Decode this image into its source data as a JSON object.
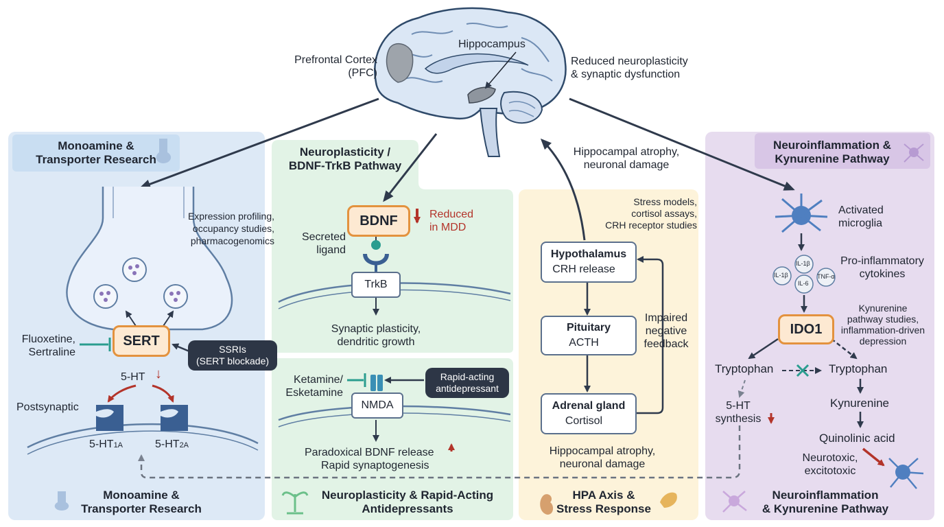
{
  "brain": {
    "pfc_label": "Prefrontal Cortex\n(PFC)",
    "hippocampus_label": "Hippocampus",
    "outcome": "Reduced neuroplasticity\n& synaptic dysfunction",
    "feedback_label": "Hippocampal atrophy,\nneuronal damage"
  },
  "monoamine": {
    "title": "Monoamine &\nTransporter Research",
    "research_note": "Expression profiling,\noccupancy studies,\npharmacogenomics",
    "sert": "SERT",
    "drugs": "Fluoxetine,\nSertraline",
    "ssri_label": "SSRIs\n(SERT blockade)",
    "serotonin": "5-HT",
    "postsynaptic": "Postsynaptic",
    "receptor_1a": "5-HT",
    "receptor_1a_sub": "1A",
    "receptor_2a": "5-HT",
    "receptor_2a_sub": "2A",
    "footer": "Monoamine &\nTransporter Research"
  },
  "neuroplasticity": {
    "title": "Neuroplasticity /\nBDNF-TrkB Pathway",
    "bdnf": "BDNF",
    "reduced": "Reduced\nin MDD",
    "ligand": "Secreted\nligand",
    "trkb": "TrkB",
    "outcome": "Synaptic plasticity,\ndendritic growth",
    "ketamine": "Ketamine/\nEsketamine",
    "nmda": "NMDA",
    "rapid_label": "Rapid-acting\nantidepressant",
    "ket_outcome_1": "Paradoxical BDNF release",
    "ket_outcome_2": "Rapid synaptogenesis",
    "footer": "Neuroplasticity & Rapid-Acting\nAntidepressants"
  },
  "hpa": {
    "research_note": "Stress models,\ncortisol assays,\nCRH receptor studies",
    "hypothalamus": "Hypothalamus",
    "crh": "CRH release",
    "pituitary": "Pituitary",
    "acth": "ACTH",
    "adrenal": "Adrenal gland",
    "cortisol": "Cortisol",
    "feedback": "Impaired\nnegative\nfeedback",
    "outcome": "Hippocampal atrophy,\nneuronal damage",
    "footer": "HPA Axis &\nStress Response"
  },
  "inflammation": {
    "title": "Neuroinflammation &\nKynurenine Pathway",
    "microglia": "Activated\nmicroglia",
    "cytokines": "Pro-inflammatory\ncytokines",
    "cyt_1": "IL-1β",
    "cyt_2": "IL-1β",
    "cyt_3": "IL-6",
    "cyt_4": "TNF-α",
    "ido1": "IDO1",
    "research_note": "Kynurenine\npathway studies,\ninflammation-driven\ndepression",
    "tryptophan_left": "Tryptophan",
    "tryptophan_right": "Tryptophan",
    "ht_synthesis": "5-HT\nsynthesis",
    "kynurenine": "Kynurenine",
    "quinolinic": "Quinolinic acid",
    "neurotoxic": "Neurotoxic,\nexcitotoxic",
    "footer": "Neuroinflammation\n& Kynurenine Pathway"
  },
  "colors": {
    "panel_blue": "#dde9f6",
    "panel_green": "#e2f3e6",
    "panel_yellow": "#fdf3da",
    "panel_purple": "#e7dcef",
    "accent_orange": "#e3923e",
    "arrow_dark": "#2f3a4c",
    "arrow_red": "#b3342a",
    "inhibit_teal": "#2a9d8f",
    "microglia_blue": "#4f7fc0"
  }
}
